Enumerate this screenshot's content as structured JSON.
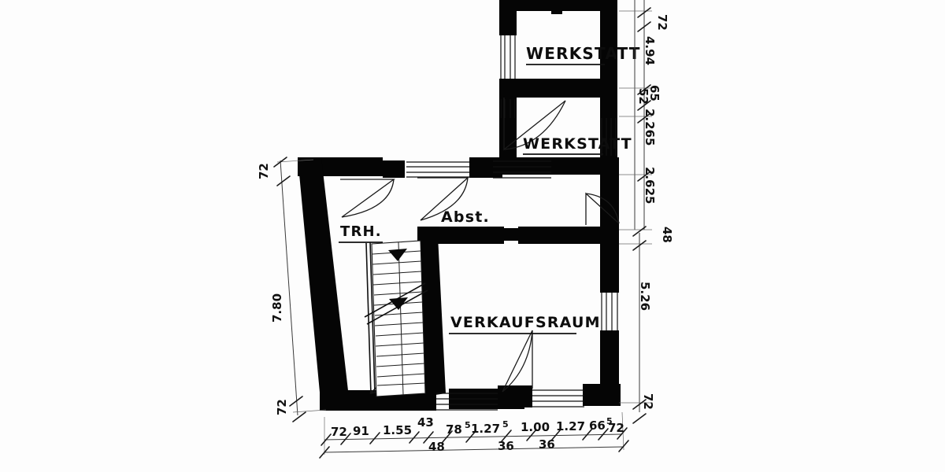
{
  "drawing": {
    "type": "architectural-floor-plan",
    "description": "Hand-drawn scanned floor plan, ground floor",
    "rooms": [
      {
        "id": "werkstatt-upper",
        "label": "WERKSTATT"
      },
      {
        "id": "werkstatt-lower",
        "label": "WERKSTATT"
      },
      {
        "id": "treppenhaus",
        "label": "TRH."
      },
      {
        "id": "abstellraum",
        "label": "Abst."
      },
      {
        "id": "verkaufsraum",
        "label": "VERKAUFSRAUM"
      }
    ]
  },
  "dimensions": {
    "bottom_chain": [
      {
        "value": "72",
        "sup": ""
      },
      {
        "value": "91",
        "sup": ""
      },
      {
        "value": "1.55",
        "sup": ""
      },
      {
        "value": "43",
        "sup": ""
      },
      {
        "value": "78",
        "sup": "5"
      },
      {
        "value": "1.27",
        "sup": "5"
      },
      {
        "value": "1.00",
        "sup": ""
      },
      {
        "value": "1.27",
        "sup": ""
      },
      {
        "value": "66",
        "sup": "5"
      },
      {
        "value": "72",
        "sup": ""
      }
    ],
    "bottom_sub": [
      {
        "value": "48"
      },
      {
        "value": "36"
      },
      {
        "value": "36"
      }
    ],
    "left_chain": [
      {
        "value": "72"
      },
      {
        "value": "7.80"
      },
      {
        "value": "72"
      }
    ],
    "right_chain": [
      {
        "value": "72"
      },
      {
        "value": "4.94"
      },
      {
        "value": "52"
      },
      {
        "value": "65"
      },
      {
        "value": "2.265"
      },
      {
        "value": "2.625"
      },
      {
        "value": "48"
      },
      {
        "value": "5.26"
      },
      {
        "value": "72"
      }
    ]
  },
  "colors": {
    "wall_fill": "#050505",
    "line": "#1a1a1a",
    "paper": "#fdfdfd"
  }
}
